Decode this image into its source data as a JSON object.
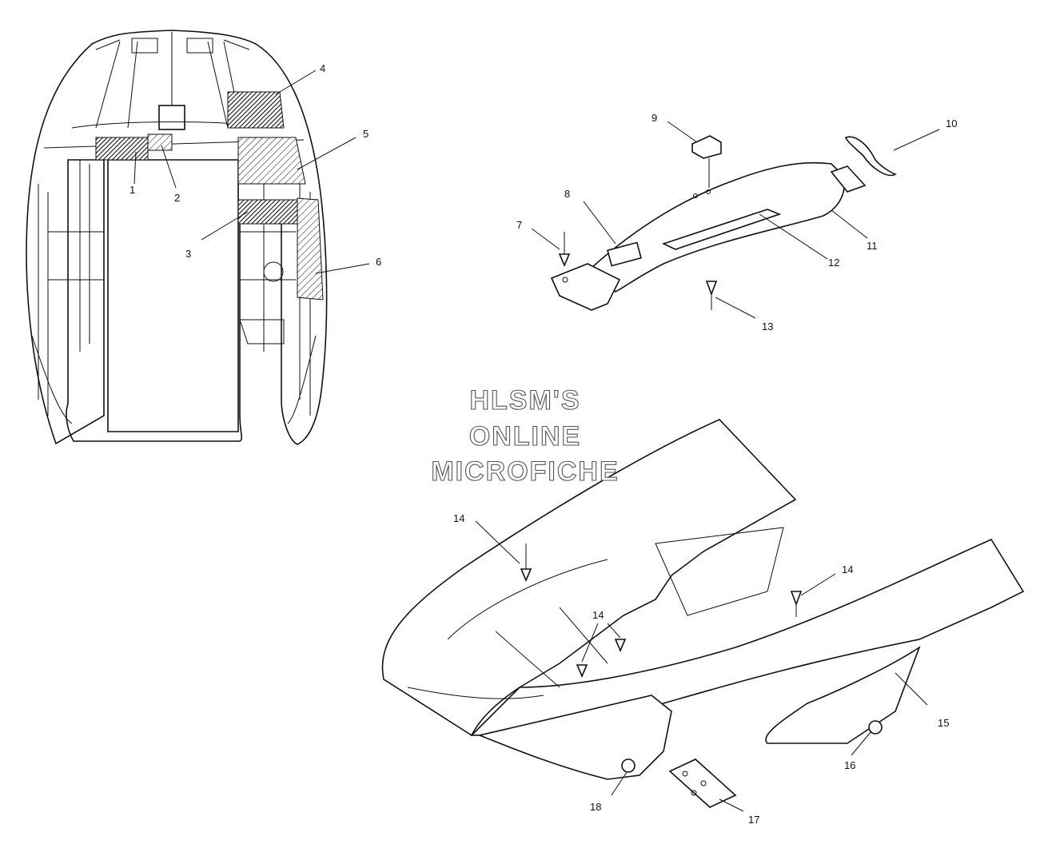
{
  "watermark": {
    "line1": "HLSM'S",
    "line2": "ONLINE",
    "line3": "MICROFICHE"
  },
  "callouts": {
    "c1": "1",
    "c2": "2",
    "c3": "3",
    "c4": "4",
    "c5": "5",
    "c6": "6",
    "c7": "7",
    "c8": "8",
    "c9": "9",
    "c10": "10",
    "c11": "11",
    "c12": "12",
    "c13": "13",
    "c14a": "14",
    "c14b": "14",
    "c14c": "14",
    "c15": "15",
    "c16": "16",
    "c17": "17",
    "c18": "18"
  }
}
